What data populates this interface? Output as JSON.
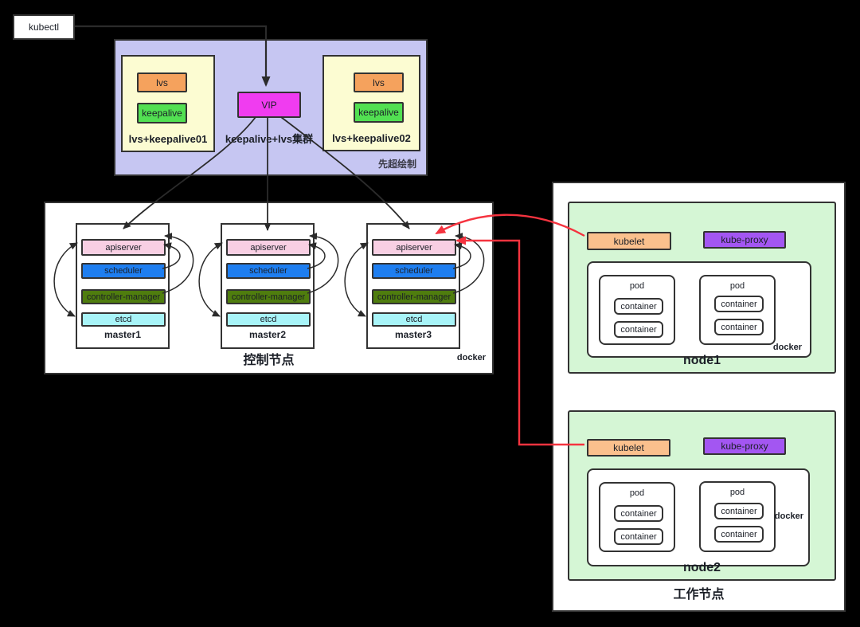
{
  "palette": {
    "bg": "#000000",
    "line": "#333333",
    "box_bg": "#ffffff",
    "lavender": "#c6c6f2",
    "cream": "#fcfcd2",
    "orange": "#f5a25d",
    "green": "#52e052",
    "magenta": "#f03cf0",
    "pink": "#f8cfe3",
    "blue": "#1e7ef0",
    "olive": "#4f7d0e",
    "cyan": "#a8f4f8",
    "node_green": "#d5f6d5",
    "peach": "#fac08d",
    "purple": "#a356f2",
    "red": "#f5333f"
  },
  "kubectl": {
    "label": "kubectl"
  },
  "lvs_cluster": {
    "title": "keepalive+lvs集群",
    "vip": "VIP",
    "credit": "先超绘制",
    "members": [
      {
        "name": "lvs+keepalive01",
        "components": [
          "lvs",
          "keepalive"
        ]
      },
      {
        "name": "lvs+keepalive02",
        "components": [
          "lvs",
          "keepalive"
        ]
      }
    ]
  },
  "control_plane": {
    "title": "控制节点",
    "runtime": "docker",
    "masters": [
      {
        "name": "master1",
        "components": [
          "apiserver",
          "scheduler",
          "controller-manager",
          "etcd"
        ]
      },
      {
        "name": "master2",
        "components": [
          "apiserver",
          "scheduler",
          "controller-manager",
          "etcd"
        ]
      },
      {
        "name": "master3",
        "components": [
          "apiserver",
          "scheduler",
          "controller-manager",
          "etcd"
        ]
      }
    ]
  },
  "workers": {
    "title": "工作节点",
    "nodes": [
      {
        "name": "node1",
        "runtime": "docker",
        "agents": [
          "kubelet",
          "kube-proxy"
        ],
        "pods": [
          {
            "label": "pod",
            "containers": [
              "container",
              "container"
            ]
          },
          {
            "label": "pod",
            "containers": [
              "container",
              "container"
            ]
          }
        ]
      },
      {
        "name": "node2",
        "runtime": "docker",
        "agents": [
          "kubelet",
          "kube-proxy"
        ],
        "pods": [
          {
            "label": "pod",
            "containers": [
              "container",
              "container"
            ]
          },
          {
            "label": "pod",
            "containers": [
              "container",
              "container"
            ]
          }
        ]
      }
    ]
  }
}
